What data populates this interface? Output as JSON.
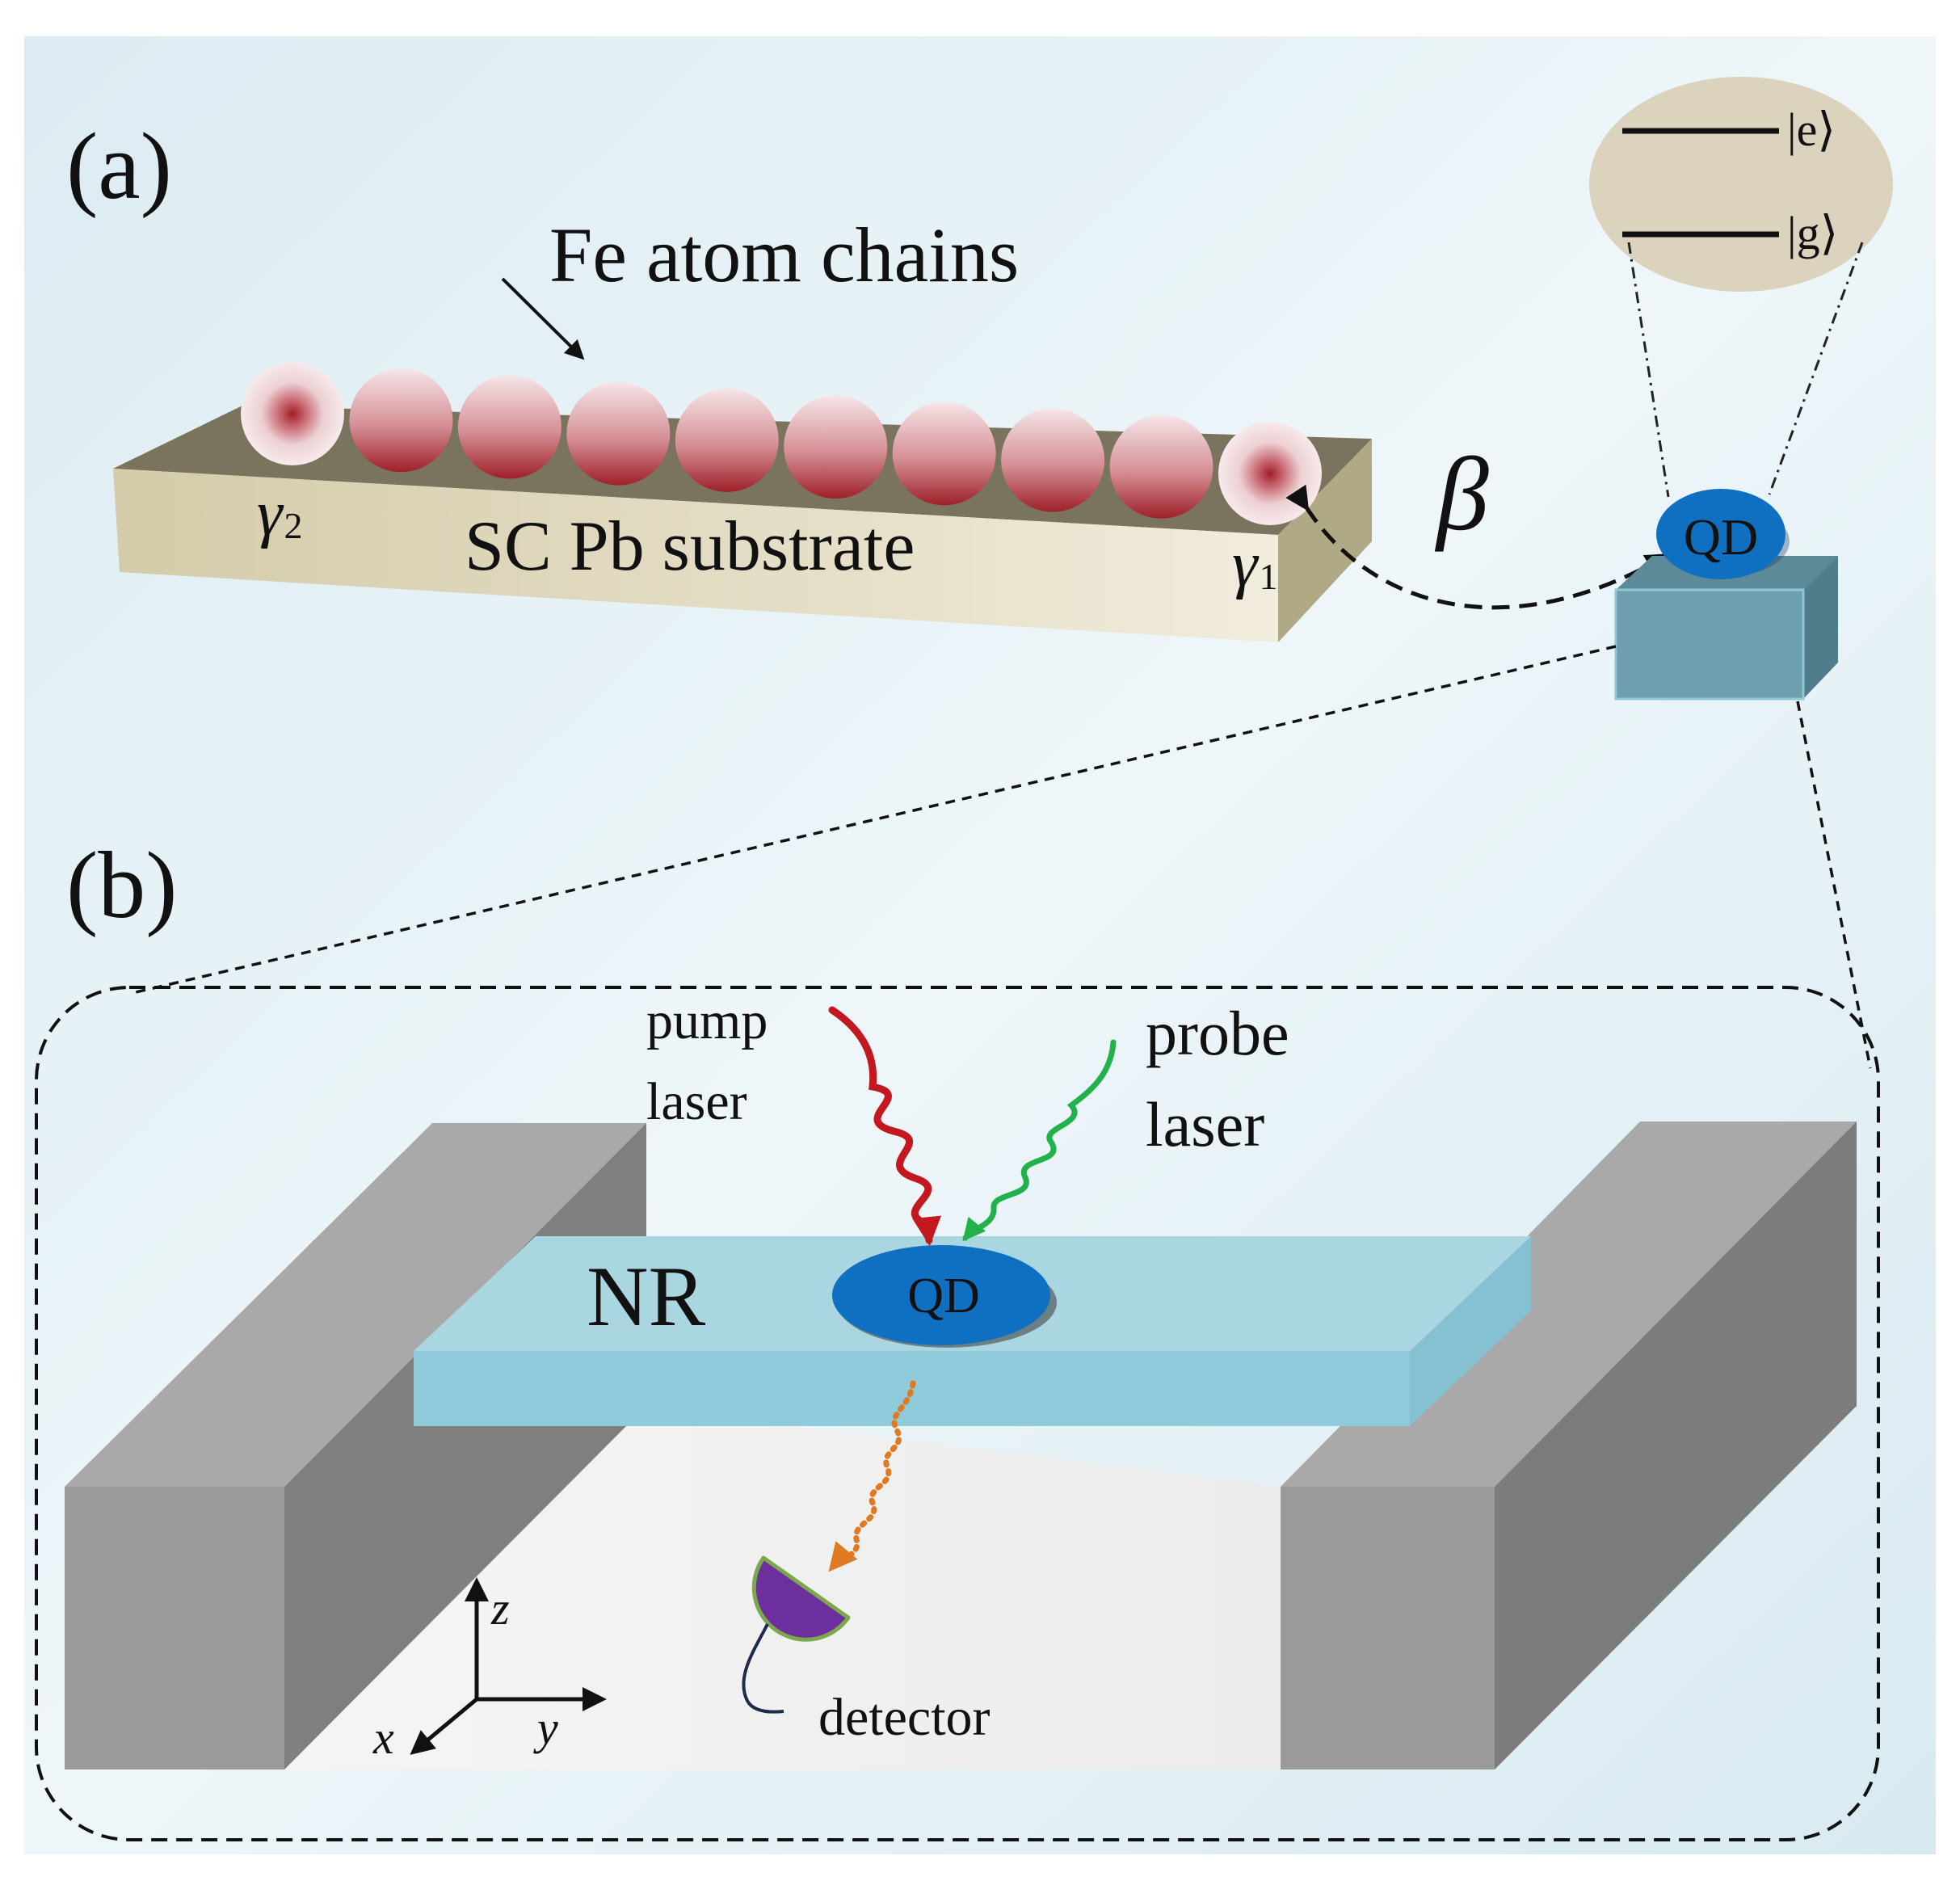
{
  "panels": {
    "a_label": "(a)",
    "b_label": "(b)"
  },
  "panel_a": {
    "chain_label": "Fe atom chains",
    "substrate_label": "SC Pb substrate",
    "gamma2_symbol": "γ",
    "gamma2_sub": "2",
    "gamma1_symbol": "γ",
    "gamma1_sub": "1",
    "coupling_label": "β",
    "qd_label": "QD",
    "level_e": "|e⟩",
    "level_g": "|g⟩",
    "atom_count": 10
  },
  "panel_b": {
    "nr_label": "NR",
    "qd_label": "QD",
    "pump_line1": "pump",
    "pump_line2": "laser",
    "probe_line1": "probe",
    "probe_line2": "laser",
    "detector_label": "detector",
    "axis_z": "z",
    "axis_y": "y",
    "axis_x": "x"
  },
  "colors": {
    "background": "#e9f3f7",
    "substrate_top": "#7d7660",
    "substrate_front": "#d9d2b4",
    "atom_dark": "#a3282f",
    "atom_light": "#f4e4e6",
    "qd_blue": "#0f6fc0",
    "ellipse_fill": "#dcd4be",
    "block_front": "#6f9fae",
    "block_top": "#5a8897",
    "nr_top": "#a9d6e1",
    "nr_front": "#90cbdb",
    "pillar_front": "#9a9a9a",
    "pillar_side": "#7f7f7f",
    "pillar_top": "#b0b0b0",
    "floor": "#f3f3f3",
    "pump_red": "#c31820",
    "probe_green": "#22b24c",
    "emission_orange": "#e07a22",
    "detector_purple": "#6e2f9e",
    "detector_rim": "#7aa84a"
  }
}
